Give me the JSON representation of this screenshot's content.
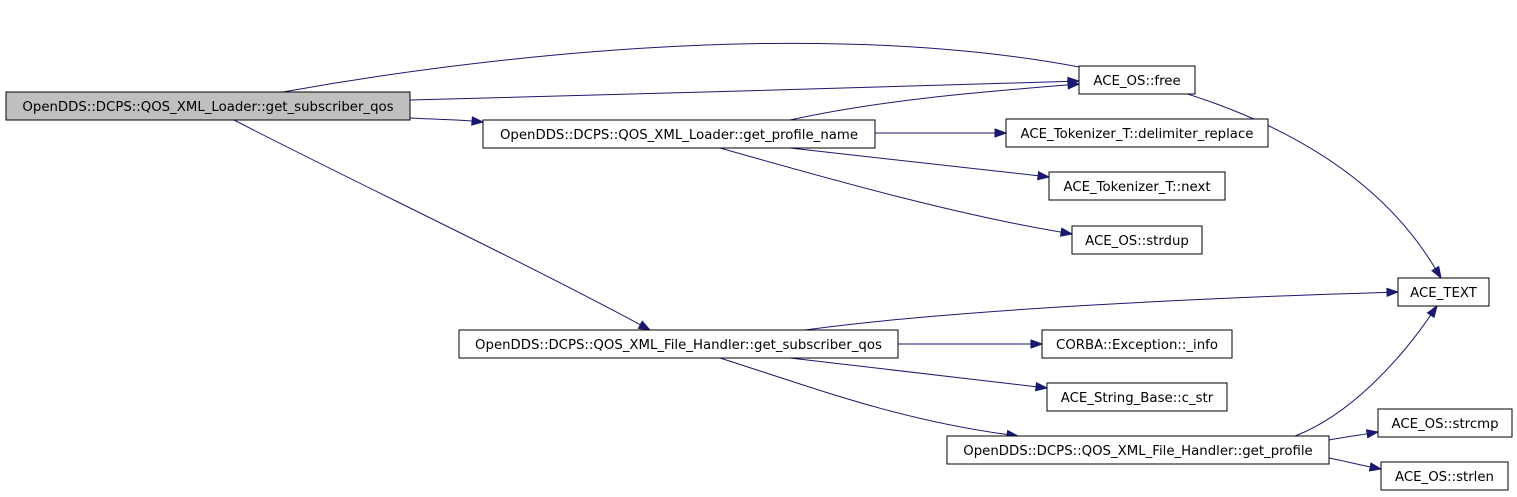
{
  "graph": {
    "nodes": [
      {
        "id": "root",
        "label": "OpenDDS::DCPS::QOS_XML_Loader::get_subscriber_qos",
        "is_root": true
      },
      {
        "id": "free",
        "label": "ACE_OS::free"
      },
      {
        "id": "get_profile_name",
        "label": "OpenDDS::DCPS::QOS_XML_Loader::get_profile_name"
      },
      {
        "id": "delimiter_replace",
        "label": "ACE_Tokenizer_T::delimiter_replace"
      },
      {
        "id": "next",
        "label": "ACE_Tokenizer_T::next"
      },
      {
        "id": "strdup",
        "label": "ACE_OS::strdup"
      },
      {
        "id": "ace_text",
        "label": "ACE_TEXT"
      },
      {
        "id": "fh_get_subscriber_qos",
        "label": "OpenDDS::DCPS::QOS_XML_File_Handler::get_subscriber_qos"
      },
      {
        "id": "info",
        "label": "CORBA::Exception::_info"
      },
      {
        "id": "c_str",
        "label": "ACE_String_Base::c_str"
      },
      {
        "id": "get_profile",
        "label": "OpenDDS::DCPS::QOS_XML_File_Handler::get_profile"
      },
      {
        "id": "strcmp",
        "label": "ACE_OS::strcmp"
      },
      {
        "id": "strlen",
        "label": "ACE_OS::strlen"
      }
    ],
    "edges": [
      {
        "from": "root",
        "to": "ace_text"
      },
      {
        "from": "root",
        "to": "free"
      },
      {
        "from": "root",
        "to": "get_profile_name"
      },
      {
        "from": "root",
        "to": "fh_get_subscriber_qos"
      },
      {
        "from": "get_profile_name",
        "to": "free"
      },
      {
        "from": "get_profile_name",
        "to": "delimiter_replace"
      },
      {
        "from": "get_profile_name",
        "to": "next"
      },
      {
        "from": "get_profile_name",
        "to": "strdup"
      },
      {
        "from": "fh_get_subscriber_qos",
        "to": "ace_text"
      },
      {
        "from": "fh_get_subscriber_qos",
        "to": "info"
      },
      {
        "from": "fh_get_subscriber_qos",
        "to": "c_str"
      },
      {
        "from": "fh_get_subscriber_qos",
        "to": "get_profile"
      },
      {
        "from": "get_profile",
        "to": "ace_text"
      },
      {
        "from": "get_profile",
        "to": "strcmp"
      },
      {
        "from": "get_profile",
        "to": "strlen"
      }
    ]
  }
}
